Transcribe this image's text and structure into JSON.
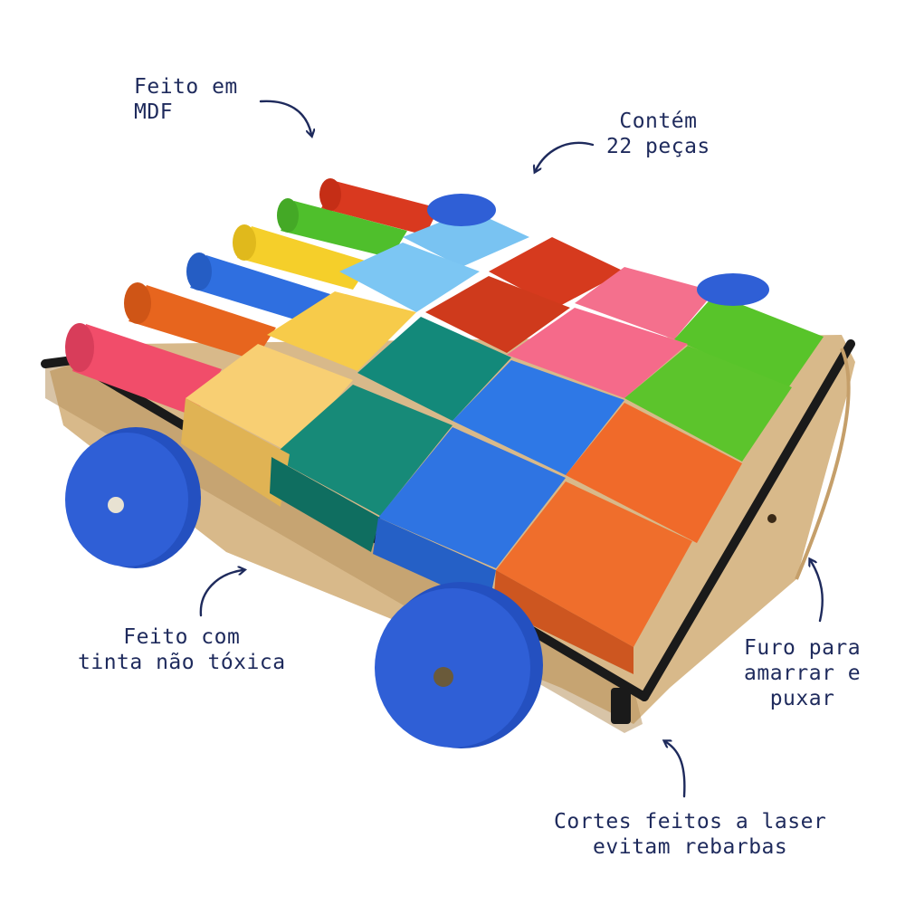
{
  "callouts": {
    "mdf": [
      "Feito em",
      "MDF"
    ],
    "pieces": [
      "Contém",
      "22 peças"
    ],
    "paint": [
      "Feito com",
      "tinta não tóxica"
    ],
    "hole": [
      "Furo para",
      "amarrar e",
      "puxar"
    ],
    "laser": [
      "Cortes feitos a laser",
      "evitam rebarbas"
    ]
  },
  "colors": {
    "text": "#1e2a5c",
    "wheel": "#2f5fd6",
    "mdf": "#d8b98a",
    "edge": "#1a1a1a"
  },
  "icons": [
    "curved-arrow-icon"
  ]
}
